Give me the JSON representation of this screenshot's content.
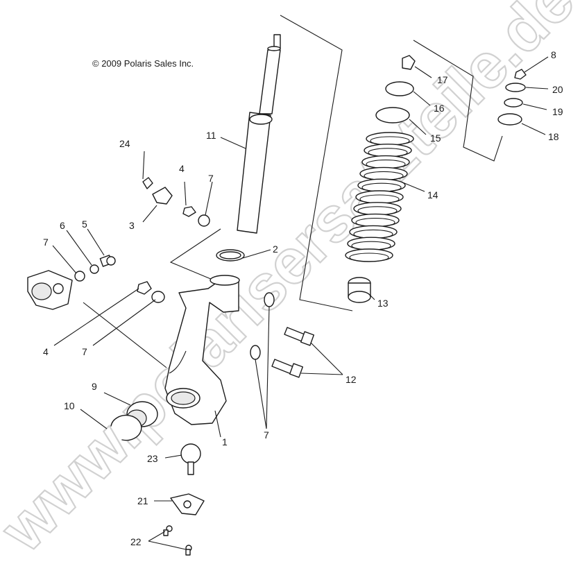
{
  "copyright": "© 2009 Polaris Sales Inc.",
  "watermark": "www.polarisersatzteile.de",
  "callouts": [
    {
      "id": "c1",
      "text": "1"
    },
    {
      "id": "c2",
      "text": "2"
    },
    {
      "id": "c3",
      "text": "3"
    },
    {
      "id": "c4a",
      "text": "4"
    },
    {
      "id": "c4b",
      "text": "4"
    },
    {
      "id": "c5",
      "text": "5"
    },
    {
      "id": "c6",
      "text": "6"
    },
    {
      "id": "c7a",
      "text": "7"
    },
    {
      "id": "c7b",
      "text": "7"
    },
    {
      "id": "c7c",
      "text": "7"
    },
    {
      "id": "c7d",
      "text": "7"
    },
    {
      "id": "c8",
      "text": "8"
    },
    {
      "id": "c9",
      "text": "9"
    },
    {
      "id": "c10",
      "text": "10"
    },
    {
      "id": "c11",
      "text": "11"
    },
    {
      "id": "c12",
      "text": "12"
    },
    {
      "id": "c13",
      "text": "13"
    },
    {
      "id": "c14",
      "text": "14"
    },
    {
      "id": "c15",
      "text": "15"
    },
    {
      "id": "c16",
      "text": "16"
    },
    {
      "id": "c17",
      "text": "17"
    },
    {
      "id": "c18",
      "text": "18"
    },
    {
      "id": "c19",
      "text": "19"
    },
    {
      "id": "c20",
      "text": "20"
    },
    {
      "id": "c21",
      "text": "21"
    },
    {
      "id": "c22",
      "text": "22"
    },
    {
      "id": "c23",
      "text": "23"
    },
    {
      "id": "c24",
      "text": "24"
    }
  ]
}
